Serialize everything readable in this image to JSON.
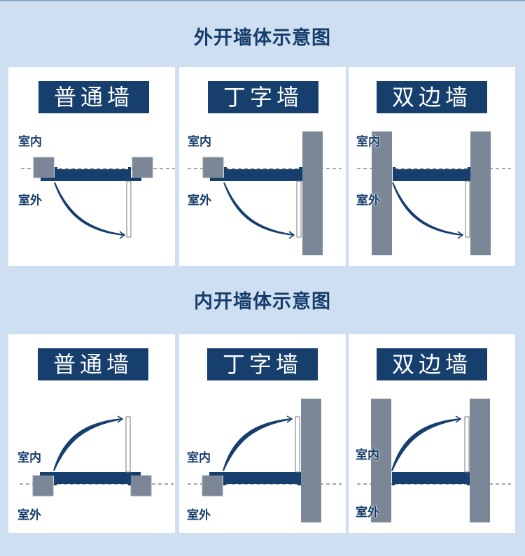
{
  "sections": [
    {
      "title": "外开墙体示意图",
      "panels": [
        {
          "title": "普通墙",
          "label_indoor": "室内",
          "label_outdoor": "室外"
        },
        {
          "title": "丁字墙",
          "label_indoor": "室内",
          "label_outdoor": "室外"
        },
        {
          "title": "双边墙",
          "label_indoor": "室内",
          "label_outdoor": "室外"
        }
      ]
    },
    {
      "title": "内开墙体示意图",
      "panels": [
        {
          "title": "普通墙",
          "label_indoor": "室内",
          "label_outdoor": "室外"
        },
        {
          "title": "丁字墙",
          "label_indoor": "室内",
          "label_outdoor": "室外"
        },
        {
          "title": "双边墙",
          "label_indoor": "室内",
          "label_outdoor": "室外"
        }
      ]
    }
  ],
  "colors": {
    "background": "#cddff1",
    "banner": "#163f6e",
    "frame": "#163f6e",
    "wall": "#7b8797",
    "text": "#163c6b"
  }
}
